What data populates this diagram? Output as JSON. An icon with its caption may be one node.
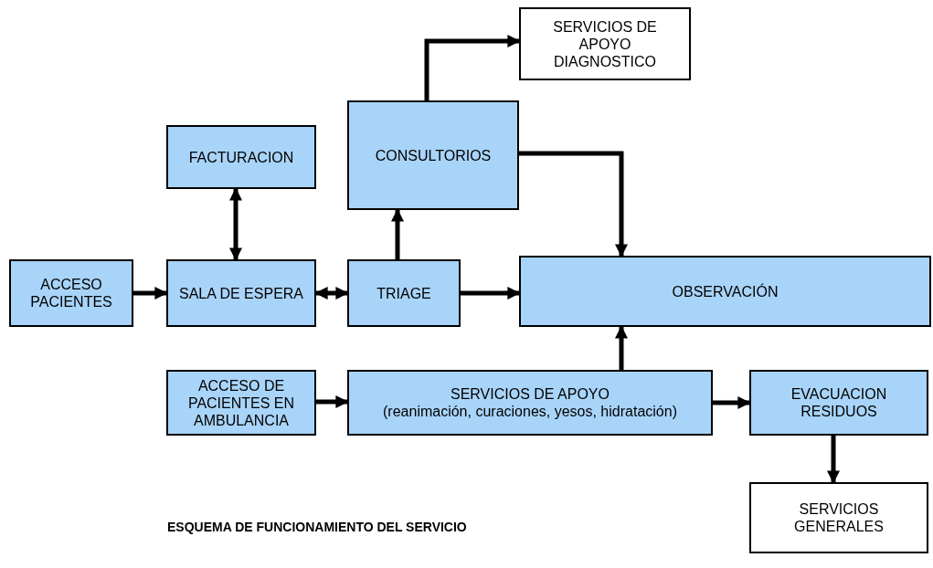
{
  "diagram": {
    "caption": "ESQUEMA DE FUNCIONAMIENTO DEL SERVICIO",
    "nodes": [
      {
        "text": [
          "SERVICIOS DE APOYO DIAGNOSTICO"
        ]
      },
      {
        "text": [
          "FACTURACION"
        ]
      },
      {
        "text": [
          "CONSULTORIOS"
        ]
      },
      {
        "text": [
          "ACCESO PACIENTES"
        ]
      },
      {
        "text": [
          "SALA DE ESPERA"
        ]
      },
      {
        "text": [
          "TRIAGE"
        ]
      },
      {
        "text": [
          "OBSERVACIÓN"
        ]
      },
      {
        "text": [
          "ACCESO DE PACIENTES EN AMBULANCIA"
        ]
      },
      {
        "text": [
          "SERVICIOS DE APOYO",
          "(reanimación, curaciones, yesos, hidratación)"
        ]
      },
      {
        "text": [
          "EVACUACION RESIDUOS"
        ]
      },
      {
        "text": [
          "SERVICIOS GENERALES"
        ]
      }
    ],
    "edges": [
      {
        "from": 3,
        "to": 4,
        "arrow": "to"
      },
      {
        "from": 4,
        "to": 1,
        "arrow": "both"
      },
      {
        "from": 4,
        "to": 5,
        "arrow": "both"
      },
      {
        "from": 5,
        "to": 2,
        "arrow": "to"
      },
      {
        "from": 2,
        "to": 0,
        "arrow": "to"
      },
      {
        "from": 2,
        "to": 6,
        "arrow": "to"
      },
      {
        "from": 5,
        "to": 6,
        "arrow": "to"
      },
      {
        "from": 7,
        "to": 8,
        "arrow": "to"
      },
      {
        "from": 8,
        "to": 6,
        "arrow": "to"
      },
      {
        "from": 8,
        "to": 9,
        "arrow": "to"
      },
      {
        "from": 9,
        "to": 10,
        "arrow": "to"
      }
    ]
  }
}
